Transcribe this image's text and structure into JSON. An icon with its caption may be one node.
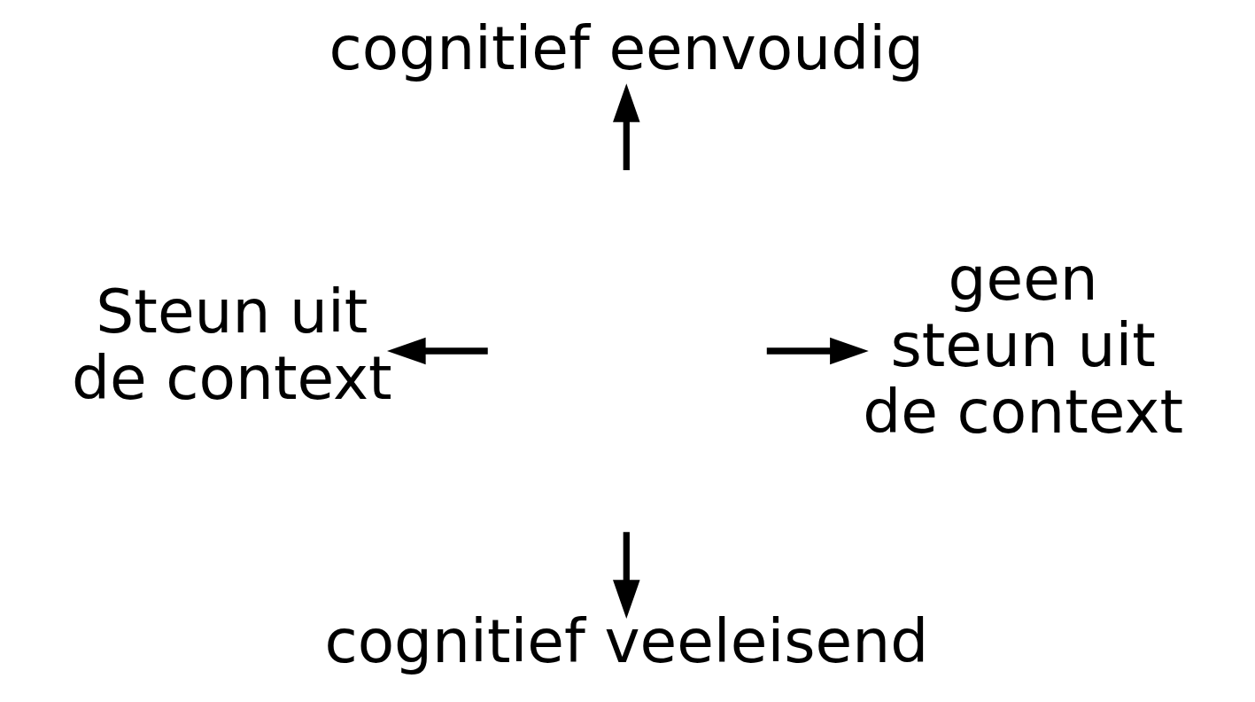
{
  "diagram": {
    "nodes": [
      {
        "text": [
          "cognitief eenvoudig"
        ]
      },
      {
        "text": [
          "Steun uit de context"
        ]
      },
      {
        "text": [
          "geen steun uit de context"
        ]
      },
      {
        "text": [
          "cognitief veeleisend"
        ]
      }
    ],
    "edges": [
      {
        "from": null,
        "to": 0,
        "arrow": "to"
      },
      {
        "from": null,
        "to": 1,
        "arrow": "to"
      },
      {
        "from": null,
        "to": 2,
        "arrow": "to"
      },
      {
        "from": null,
        "to": 3,
        "arrow": "to"
      }
    ]
  }
}
